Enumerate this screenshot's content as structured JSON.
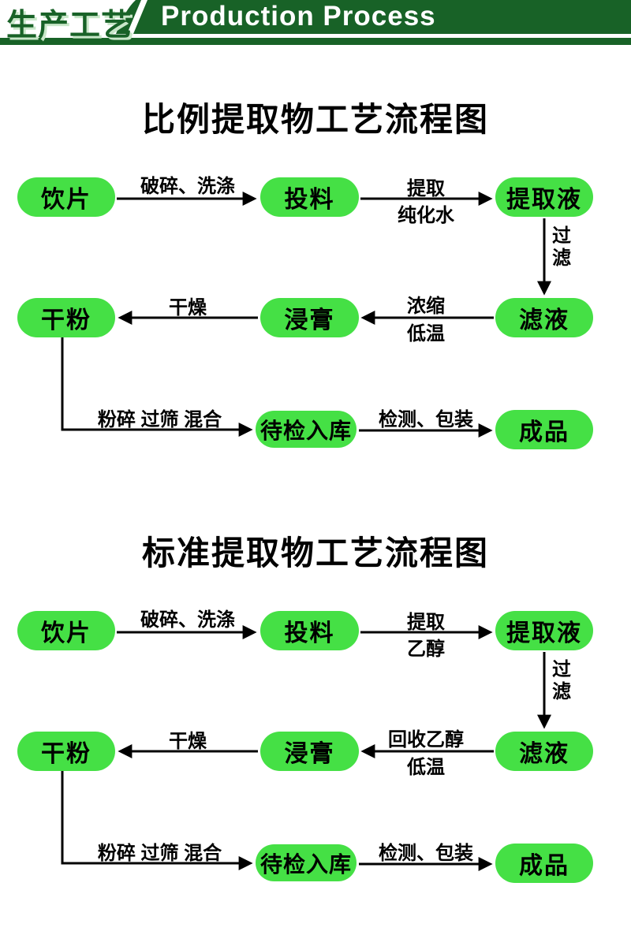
{
  "header": {
    "title_cn": "生产工艺",
    "title_en": "Production Process"
  },
  "colors": {
    "node_green": "#45e045",
    "header_green": "#186227",
    "text_black": "#000000"
  },
  "charts": [
    {
      "title": "比例提取物工艺流程图",
      "nodes": {
        "slices": "饮片",
        "feeding": "投料",
        "extract_liquid": "提取液",
        "dry_powder": "干粉",
        "paste": "浸膏",
        "filtrate": "滤液",
        "pending_storage": "待检入库",
        "finished_product": "成品"
      },
      "edge_labels": {
        "crush_wash": "破碎、洗涤",
        "extract": "提取",
        "solvent": "纯化水",
        "filter_char1": "过",
        "filter_char2": "滤",
        "dry": "干燥",
        "concentrate": "浓缩",
        "low_temp": "低温",
        "mill_sieve_mix": "粉碎 过筛 混合",
        "test_pack": "检测、包装"
      }
    },
    {
      "title": "标准提取物工艺流程图",
      "nodes": {
        "slices": "饮片",
        "feeding": "投料",
        "extract_liquid": "提取液",
        "dry_powder": "干粉",
        "paste": "浸膏",
        "filtrate": "滤液",
        "pending_storage": "待检入库",
        "finished_product": "成品"
      },
      "edge_labels": {
        "crush_wash": "破碎、洗涤",
        "extract": "提取",
        "solvent": "乙醇",
        "filter_char1": "过",
        "filter_char2": "滤",
        "dry": "干燥",
        "concentrate": "回收乙醇",
        "low_temp": "低温",
        "mill_sieve_mix": "粉碎 过筛 混合",
        "test_pack": "检测、包装"
      }
    }
  ]
}
